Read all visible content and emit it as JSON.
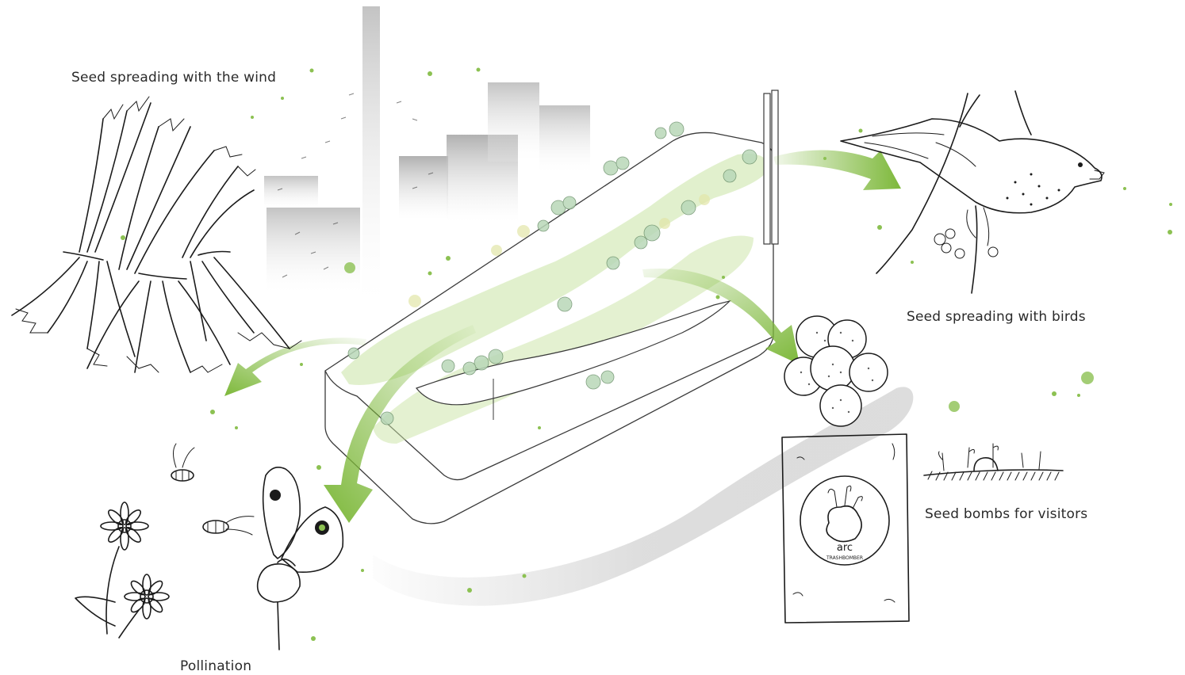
{
  "labels": {
    "wind": "Seed spreading with the wind",
    "birds": "Seed spreading with birds",
    "bombs": "Seed bombs for visitors",
    "pollination": "Pollination"
  },
  "packet": {
    "logo": "arc",
    "brand": "TRASHBOMBER"
  },
  "colors": {
    "accent_green": "#7db83a",
    "light_green": "#c9e3a4",
    "building_grey": "#d9d9d9",
    "ink": "#1b1b1b"
  },
  "icons": [
    "wheat-sheaf-icon",
    "factory-icon",
    "bird-icon",
    "seed-bomb-icon",
    "seed-packet-icon",
    "sprouts-icon",
    "bee-icon",
    "butterfly-icon",
    "flower-icon"
  ]
}
